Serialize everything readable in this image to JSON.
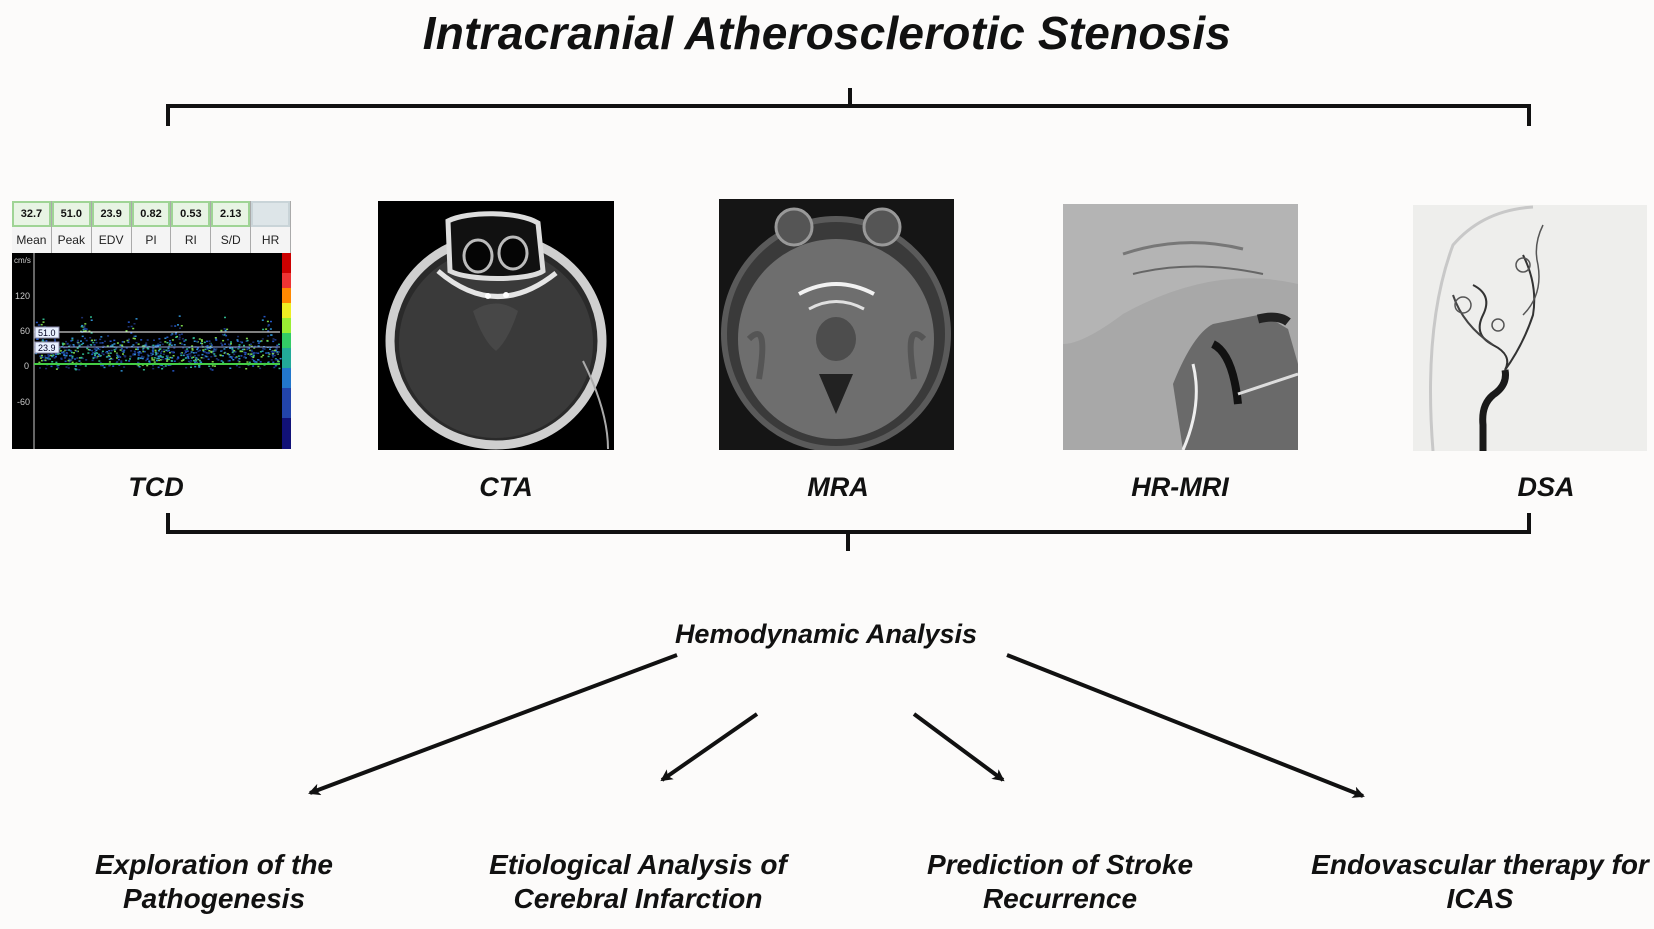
{
  "title": "Intracranial Atherosclerotic Stenosis",
  "modalities": [
    "TCD",
    "CTA",
    "MRA",
    "HR-MRI",
    "DSA"
  ],
  "tcd_panel": {
    "values": [
      "32.7",
      "51.0",
      "23.9",
      "0.82",
      "0.53",
      "2.13",
      ""
    ],
    "labels": [
      "Mean",
      "Peak",
      "EDV",
      "PI",
      "RI",
      "S/D",
      "HR"
    ],
    "unit": "cm/s",
    "axis_ticks": [
      "120",
      "60",
      "0",
      "-60"
    ],
    "markers": [
      "51.0",
      "23.9"
    ]
  },
  "center_node": "Hemodynamic Analysis",
  "outcomes": [
    "Exploration of the Pathogenesis",
    "Etiological Analysis of Cerebral Infarction",
    "Prediction of Stroke Recurrence",
    "Endovascular therapy for ICAS"
  ]
}
